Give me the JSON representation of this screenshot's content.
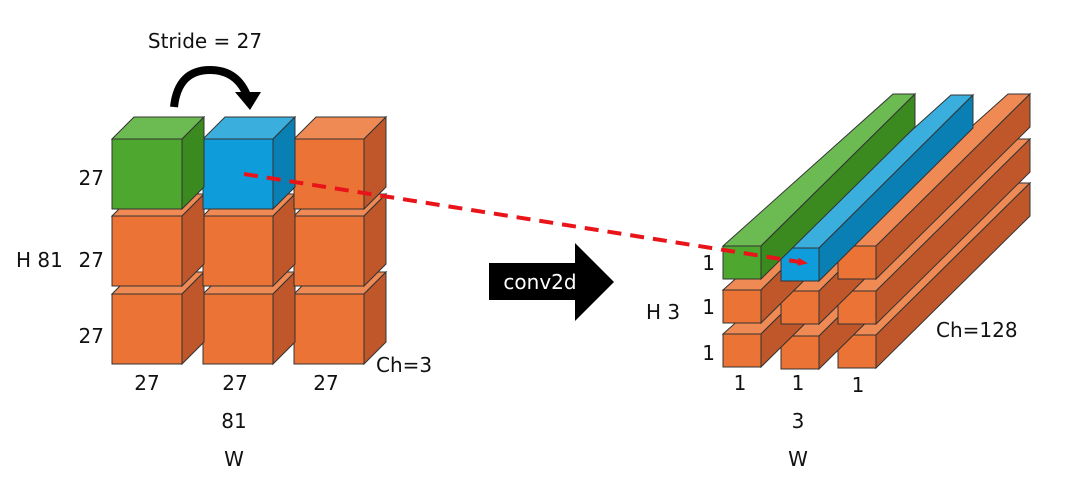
{
  "colors": {
    "orange": "#EB7335",
    "green": "#4EA72E",
    "blue": "#0E9DDA",
    "dashed_arrow": "#E8141A",
    "block_arrow": "#000000"
  },
  "input_tensor": {
    "stride_label": "Stride  = 27",
    "row_labels": [
      "27",
      "27",
      "27"
    ],
    "height_label": "H 81",
    "col_labels": [
      "27",
      "27",
      "27"
    ],
    "width_total": "81",
    "width_axis": "W",
    "channel_label": "Ch=3"
  },
  "operation": {
    "label": "conv2d"
  },
  "output_tensor": {
    "row_labels": [
      "1",
      "1",
      "1"
    ],
    "height_label": "H  3",
    "col_labels": [
      "1",
      "1",
      "1"
    ],
    "width_total": "3",
    "width_axis": "W",
    "channel_label": "Ch=128"
  }
}
